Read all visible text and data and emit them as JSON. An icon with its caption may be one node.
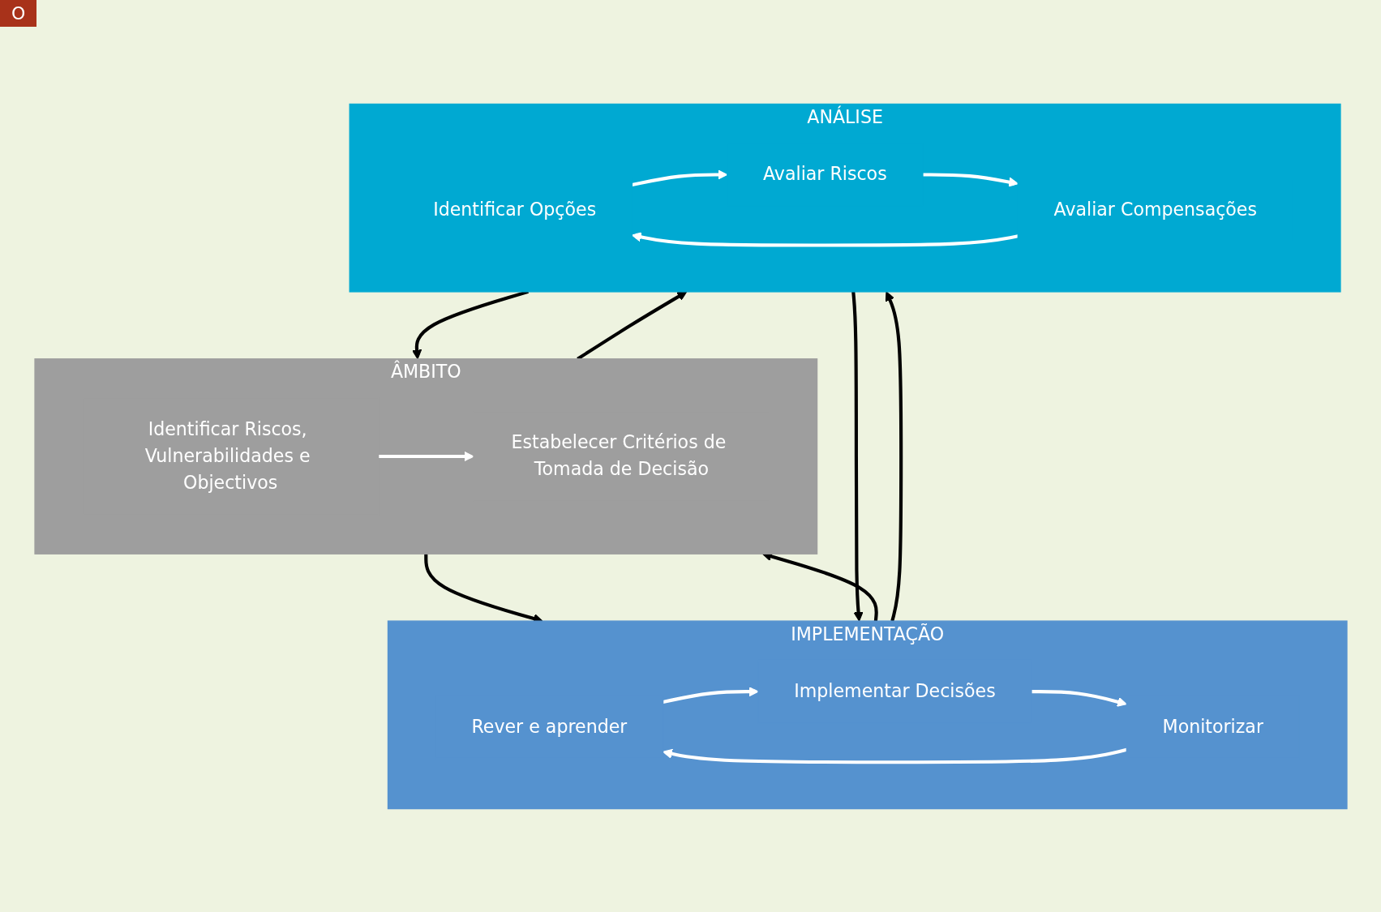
{
  "diagram": {
    "nodes": [
      {
        "text": [
          "ÂMBITO"
        ]
      },
      {
        "text": [
          "Identificar Riscos, Vulnerabilidades e Objectivos"
        ],
        "in": 0
      },
      {
        "text": [
          "Estabelecer Critérios de Tomada de Decisão"
        ],
        "in": 0
      },
      {
        "text": [
          "IMPLEMENTAÇÃO"
        ]
      },
      {
        "text": [
          "Rever e aprender"
        ],
        "in": 3
      },
      {
        "text": [
          "Implementar Decisões"
        ],
        "in": 3
      },
      {
        "text": [
          "Monitorizar"
        ],
        "in": 3
      },
      {
        "text": [
          "ANÁLISE"
        ]
      },
      {
        "text": [
          "Identificar Opções"
        ],
        "in": 7
      },
      {
        "text": [
          "Avaliar Riscos"
        ],
        "in": 7
      },
      {
        "text": [
          "Avaliar Compensações"
        ],
        "in": 7
      }
    ],
    "edges": [
      {
        "from": 1,
        "to": 2,
        "arrow": "to"
      },
      {
        "from": 0,
        "to": 3,
        "arrow": "to",
        "color": "#000000"
      },
      {
        "from": 7,
        "to": 0,
        "arrow": "to",
        "color": "#000000"
      },
      {
        "from": 0,
        "to": 7,
        "arrow": "to",
        "color": "#000000"
      },
      {
        "from": 3,
        "to": 0,
        "arrow": "to",
        "color": "#000000"
      },
      {
        "from": 3,
        "to": 7,
        "arrow": "to",
        "color": "#000000"
      },
      {
        "from": 7,
        "to": 3,
        "arrow": "to",
        "color": "#000000"
      },
      {
        "from": 4,
        "to": 5,
        "arrow": "to"
      },
      {
        "from": 5,
        "to": 6,
        "arrow": "to"
      },
      {
        "from": 6,
        "to": 4,
        "arrow": "to"
      },
      {
        "from": 8,
        "to": 9,
        "arrow": "to"
      },
      {
        "from": 9,
        "to": 10,
        "arrow": "to"
      },
      {
        "from": 10,
        "to": 8,
        "arrow": "to"
      }
    ],
    "labels": [
      "O"
    ]
  }
}
